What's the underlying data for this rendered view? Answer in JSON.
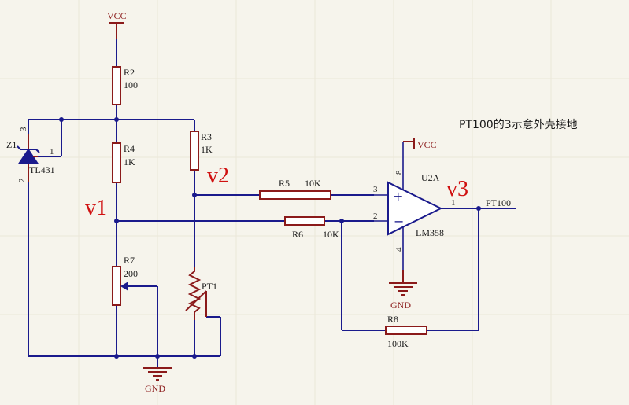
{
  "power": {
    "vcc_top": "VCC",
    "vcc_opamp": "VCC",
    "gnd_left": "GND",
    "gnd_opamp": "GND"
  },
  "note": "PT100的3示意外壳接地",
  "nodes": {
    "v1": "v1",
    "v2": "v2",
    "v3": "v3"
  },
  "components": {
    "r2": {
      "ref": "R2",
      "value": "100"
    },
    "r3": {
      "ref": "R3",
      "value": "1K"
    },
    "r4": {
      "ref": "R4",
      "value": "1K"
    },
    "r5": {
      "ref": "R5",
      "value": "10K"
    },
    "r6": {
      "ref": "R6",
      "value": "10K"
    },
    "r7": {
      "ref": "R7",
      "value": "200"
    },
    "r8": {
      "ref": "R8",
      "value": "100K"
    },
    "z1": {
      "ref": "Z1",
      "value": "TL431"
    },
    "pt1": {
      "ref": "PT1"
    },
    "u2a": {
      "ref": "U2A",
      "value": "LM358"
    }
  },
  "pins": {
    "z1_3": "3",
    "z1_1": "1",
    "z1_2": "2",
    "u_3": "3",
    "u_2": "2",
    "u_1": "1",
    "u_8": "8",
    "u_4": "4"
  },
  "output_net": "PT100"
}
